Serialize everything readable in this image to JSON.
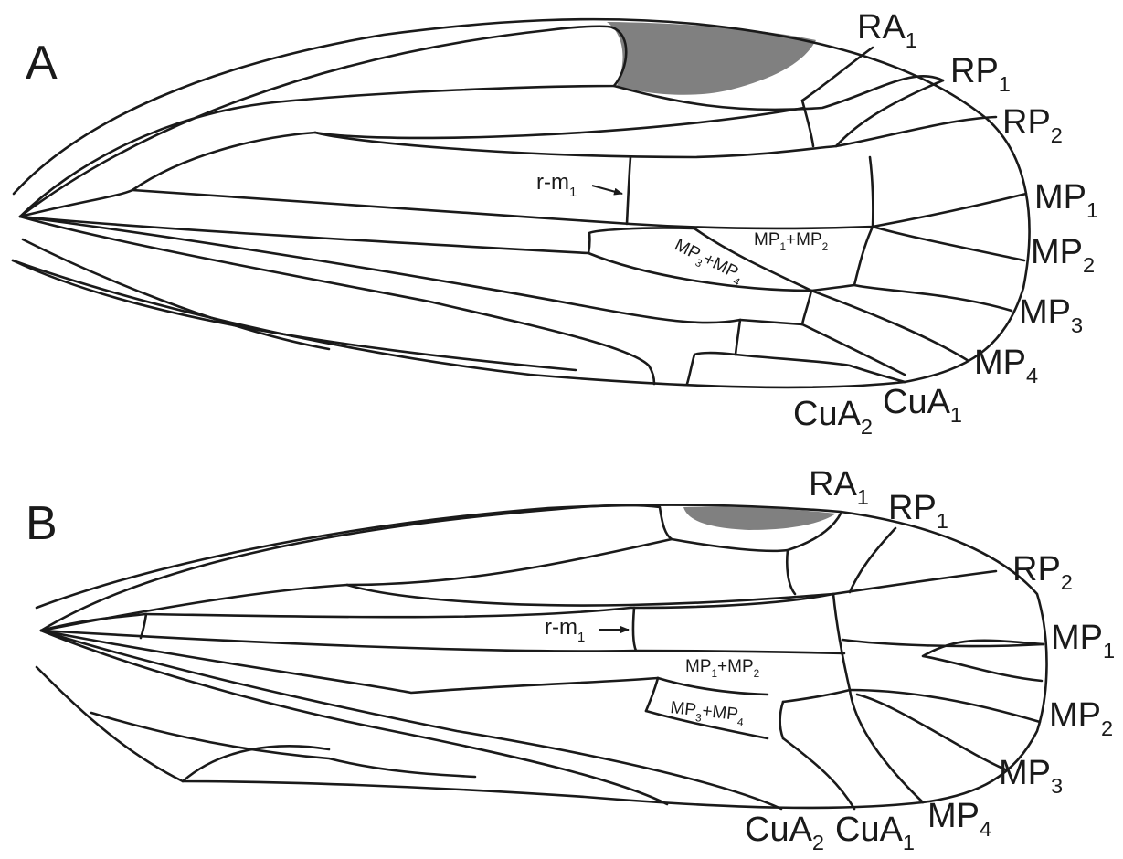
{
  "figure": {
    "panels": [
      {
        "id": "A",
        "label": "A",
        "terminal_veins": [
          {
            "name": "RA",
            "sub": "1"
          },
          {
            "name": "RP",
            "sub": "1"
          },
          {
            "name": "RP",
            "sub": "2"
          },
          {
            "name": "MP",
            "sub": "1"
          },
          {
            "name": "MP",
            "sub": "2"
          },
          {
            "name": "MP",
            "sub": "3"
          },
          {
            "name": "MP",
            "sub": "4"
          },
          {
            "name": "CuA",
            "sub": "1"
          },
          {
            "name": "CuA",
            "sub": "2"
          }
        ],
        "crossvein": {
          "name": "r-m",
          "sub": "1"
        },
        "cell_labels": [
          {
            "a": "MP",
            "a_sub": "1",
            "plus": "+",
            "b": "MP",
            "b_sub": "2"
          },
          {
            "a": "MP",
            "a_sub": "3",
            "plus": "+",
            "b": "MP",
            "b_sub": "4"
          }
        ],
        "pterostigma_color": "#808080"
      },
      {
        "id": "B",
        "label": "B",
        "terminal_veins": [
          {
            "name": "RA",
            "sub": "1"
          },
          {
            "name": "RP",
            "sub": "1"
          },
          {
            "name": "RP",
            "sub": "2"
          },
          {
            "name": "MP",
            "sub": "1"
          },
          {
            "name": "MP",
            "sub": "2"
          },
          {
            "name": "MP",
            "sub": "3"
          },
          {
            "name": "MP",
            "sub": "4"
          },
          {
            "name": "CuA",
            "sub": "1"
          },
          {
            "name": "CuA",
            "sub": "2"
          }
        ],
        "crossvein": {
          "name": "r-m",
          "sub": "1"
        },
        "cell_labels": [
          {
            "a": "MP",
            "a_sub": "1",
            "plus": "+",
            "b": "MP",
            "b_sub": "2"
          },
          {
            "a": "MP",
            "a_sub": "3",
            "plus": "+",
            "b": "MP",
            "b_sub": "4"
          }
        ],
        "pterostigma_color": "#808080"
      }
    ]
  }
}
